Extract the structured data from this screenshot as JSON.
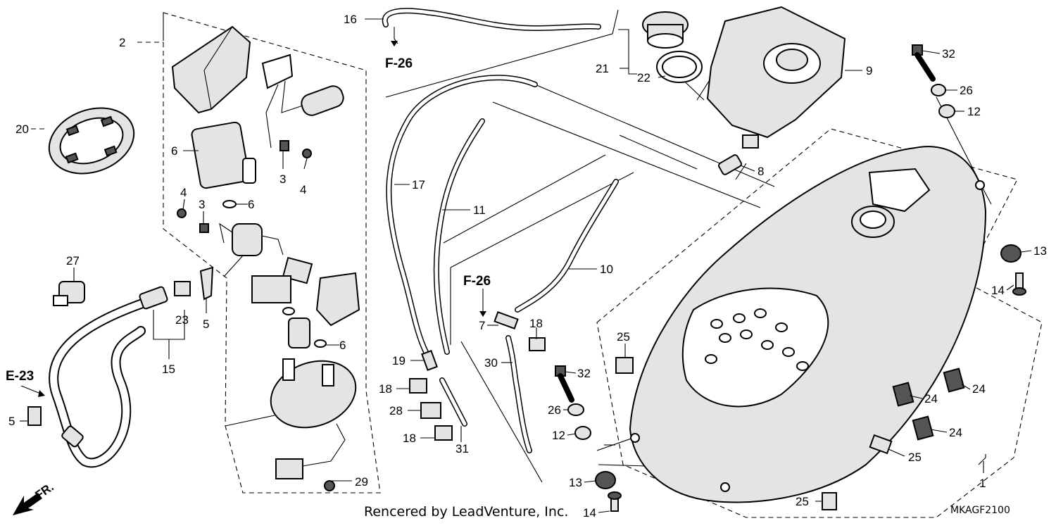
{
  "diagram": {
    "callouts": {
      "c1": "1",
      "c2": "2",
      "c3a": "3",
      "c3b": "3",
      "c4a": "4",
      "c4b": "4",
      "c5a": "5",
      "c5b": "5",
      "c6a": "6",
      "c6b": "6",
      "c6c": "6",
      "c7": "7",
      "c8": "8",
      "c9": "9",
      "c10": "10",
      "c11": "11",
      "c12a": "12",
      "c12b": "12",
      "c13a": "13",
      "c13b": "13",
      "c14a": "14",
      "c14b": "14",
      "c15": "15",
      "c16": "16",
      "c17": "17",
      "c18a": "18",
      "c18b": "18",
      "c18c": "18",
      "c19": "19",
      "c20": "20",
      "c21": "21",
      "c22": "22",
      "c23": "23",
      "c24a": "24",
      "c24b": "24",
      "c24c": "24",
      "c25a": "25",
      "c25b": "25",
      "c25c": "25",
      "c26a": "26",
      "c26b": "26",
      "c27": "27",
      "c28": "28",
      "c29": "29",
      "c30": "30",
      "c31": "31",
      "c32a": "32",
      "c32b": "32"
    },
    "refs": {
      "f26a": "F-26",
      "f26b": "F-26",
      "e23": "E-23"
    },
    "direction_label": "FR.",
    "credit": "Rencered by LeadVenture, Inc.",
    "drawing_code": "MKAGF2100"
  }
}
